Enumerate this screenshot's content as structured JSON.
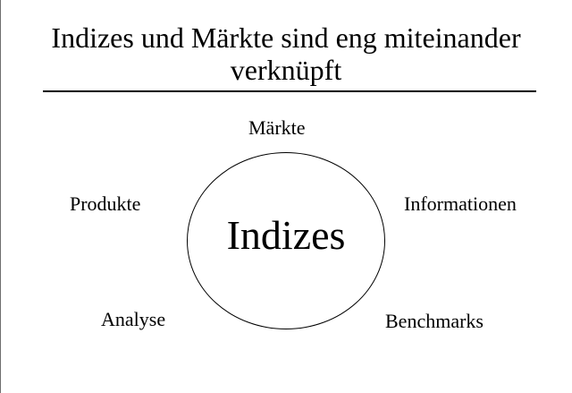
{
  "slide": {
    "title_line1": "Indizes und Märkte sind eng miteinander",
    "title_line2": "verknüpft"
  },
  "diagram": {
    "center": "Indizes",
    "nodes": {
      "top": "Märkte",
      "left": "Produkte",
      "right": "Informationen",
      "bottom_left": "Analyse",
      "bottom_right": "Benchmarks"
    }
  },
  "colors": {
    "background": "#ffffff",
    "text": "#000000"
  }
}
